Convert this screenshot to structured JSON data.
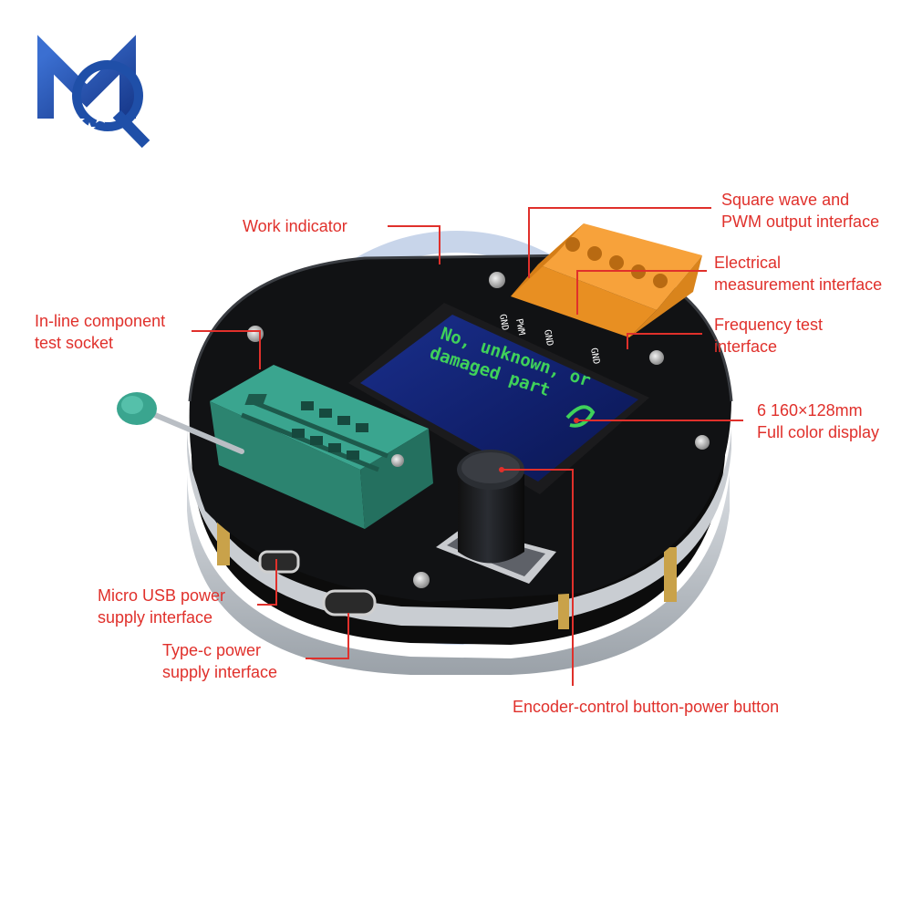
{
  "labels": {
    "work_indicator": "Work indicator",
    "socket_line1": "In-line component",
    "socket_line2": "test socket",
    "pwm_line1": "Square wave and",
    "pwm_line2": "PWM output interface",
    "elec_line1": "Electrical",
    "elec_line2": "measurement interface",
    "freq_line1": "Frequency test",
    "freq_line2": "interface",
    "display_line1": "6 160×128mm",
    "display_line2": "Full color display",
    "usb_line1": "Micro USB power",
    "usb_line2": "supply interface",
    "typec_line1": "Type-c power",
    "typec_line2": "supply interface",
    "encoder": "Encoder-control button-power button"
  },
  "screen": {
    "line1": "No, unknown, or",
    "line2": "damaged part"
  },
  "terminal_labels": {
    "t1": "GND",
    "t2": "PWM",
    "t3": "GND",
    "t4": "GND"
  },
  "colors": {
    "label_red": "#e0302b",
    "screen_green": "#3fd15a",
    "socket_green": "#3aa58f",
    "terminal_orange": "#f7a23b",
    "logo_blue": "#1f4fa8"
  }
}
